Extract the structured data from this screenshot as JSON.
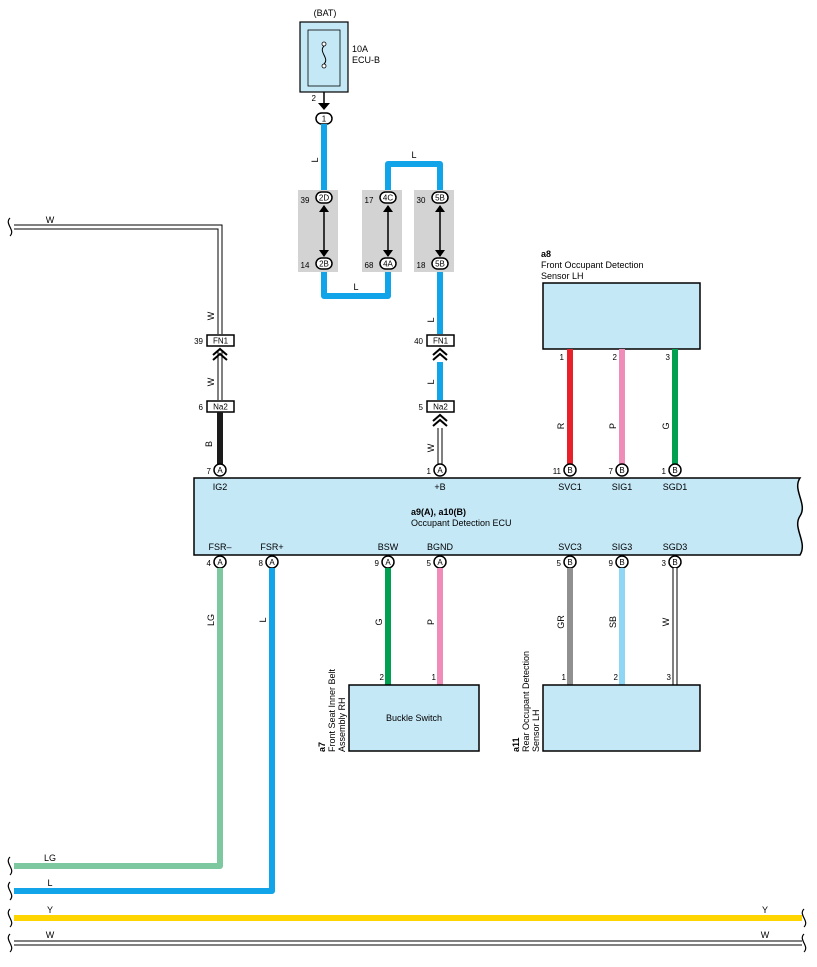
{
  "power": {
    "bat": "(BAT)",
    "fuse_amp": "10A",
    "fuse_name": "ECU-B",
    "pin_out": "2",
    "jc_conn": "1"
  },
  "wire_colors": {
    "L": "#12a4e8",
    "W": "#ffffff",
    "B": "#1a1a1a",
    "R": "#e8202a",
    "P": "#f08cb8",
    "G": "#00a050",
    "LG": "#7ec8a0",
    "GR": "#909090",
    "SB": "#8fd6f4",
    "Y": "#ffd500"
  },
  "labels": {
    "L": "L",
    "W": "W",
    "B": "B",
    "R": "R",
    "P": "P",
    "G": "G",
    "LG": "LG",
    "GR": "GR",
    "SB": "SB",
    "Y": "Y"
  },
  "junctions": {
    "j1": {
      "top_num": "39",
      "top_conn": "2D",
      "bot_num": "14",
      "bot_conn": "2B"
    },
    "j2": {
      "top_num": "17",
      "top_conn": "4C",
      "bot_num": "68",
      "bot_conn": "4A"
    },
    "j3": {
      "top_num": "30",
      "top_conn": "5B",
      "bot_num": "18",
      "bot_conn": "5B"
    }
  },
  "inline_connectors": {
    "left_fn1_num": "39",
    "left_fn1": "FN1",
    "left_na2_num": "6",
    "left_na2": "Na2",
    "right_fn1_num": "40",
    "right_fn1": "FN1",
    "right_na2_num": "5",
    "right_na2": "Na2"
  },
  "ecu": {
    "code": "a9(A), a10(B)",
    "name": "Occupant Detection ECU",
    "top_pins": [
      {
        "num": "7",
        "conn": "A",
        "label": "IG2"
      },
      {
        "num": "1",
        "conn": "A",
        "label": "+B"
      },
      {
        "num": "11",
        "conn": "B",
        "label": "SVC1"
      },
      {
        "num": "7",
        "conn": "B",
        "label": "SIG1"
      },
      {
        "num": "1",
        "conn": "B",
        "label": "SGD1"
      }
    ],
    "bottom_pins": [
      {
        "num": "4",
        "conn": "A",
        "label": "FSR–"
      },
      {
        "num": "8",
        "conn": "A",
        "label": "FSR+"
      },
      {
        "num": "9",
        "conn": "A",
        "label": "BSW"
      },
      {
        "num": "5",
        "conn": "A",
        "label": "BGND"
      },
      {
        "num": "5",
        "conn": "B",
        "label": "SVC3"
      },
      {
        "num": "9",
        "conn": "B",
        "label": "SIG3"
      },
      {
        "num": "3",
        "conn": "B",
        "label": "SGD3"
      }
    ]
  },
  "front_sensor": {
    "code": "a8",
    "name_line1": "Front Occupant Detection",
    "name_line2": "Sensor LH",
    "pins": [
      "1",
      "2",
      "3"
    ]
  },
  "buckle": {
    "code": "a7",
    "name_line1": "Front Seat Inner Belt",
    "name_line2": "Assembly RH",
    "label": "Buckle Switch",
    "pins": [
      "2",
      "1"
    ]
  },
  "rear_sensor": {
    "code": "a11",
    "name_line1": "Rear Occupant Detection",
    "name_line2": "Sensor LH",
    "pins": [
      "1",
      "2",
      "3"
    ]
  }
}
